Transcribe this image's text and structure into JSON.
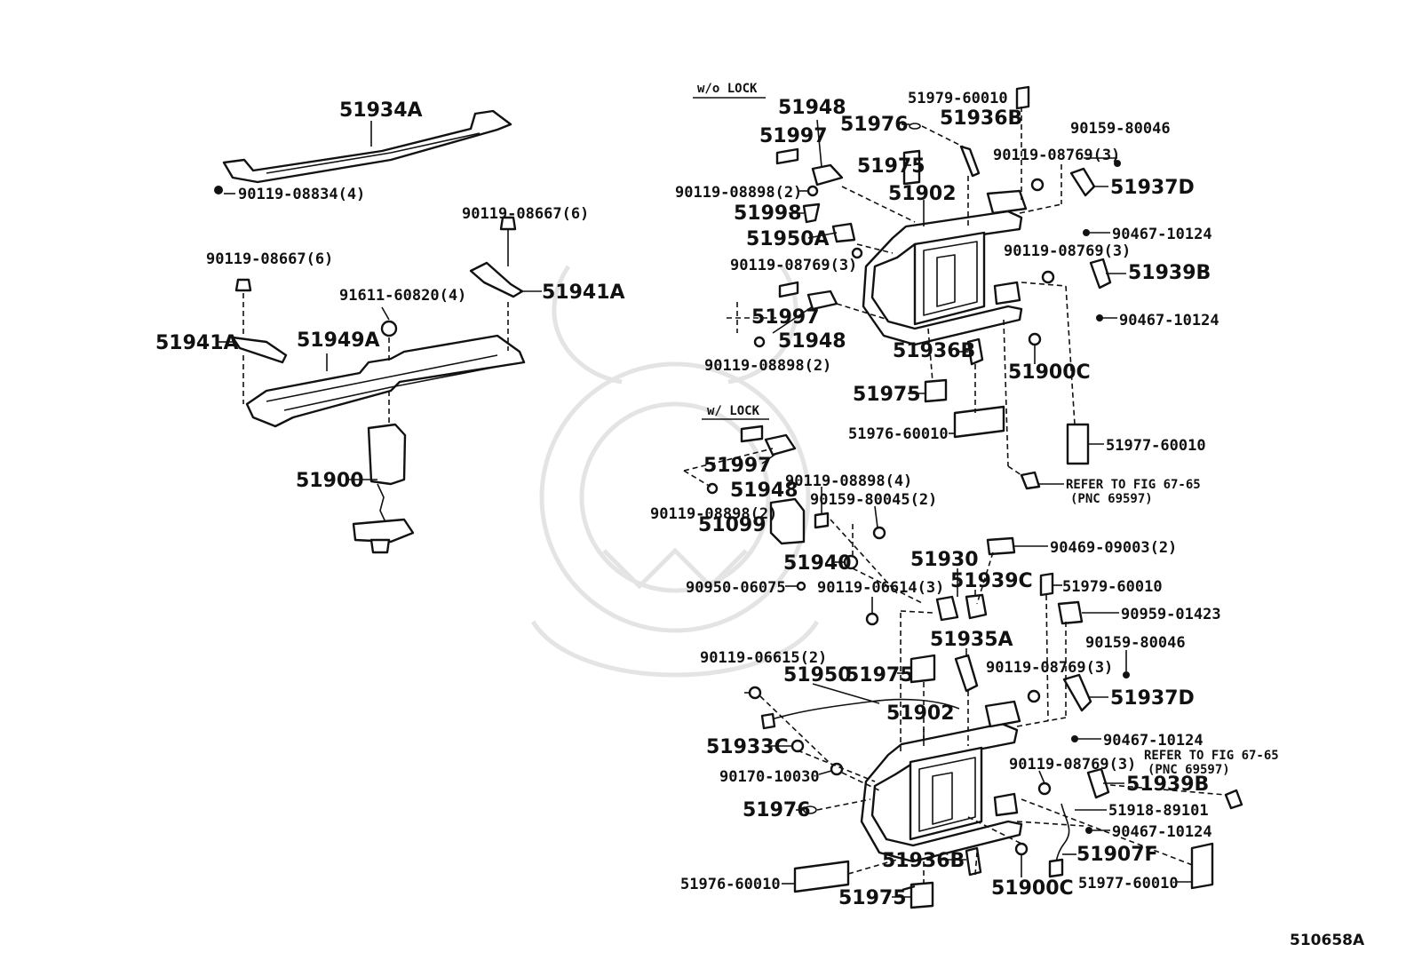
{
  "figure_code": "510658A",
  "notes": {
    "wo_lock": "w/o LOCK",
    "w_lock": "w/ LOCK",
    "refer_upper_1": "REFER TO FIG 67-65",
    "refer_upper_2": "(PNC 69597)",
    "refer_lower_1": "REFER TO FIG 67-65",
    "refer_lower_2": "(PNC 69597)"
  },
  "labels": {
    "p51934A": "51934A",
    "p90119_08834": "90119-08834(4)",
    "p90119_08667_r": "90119-08667(6)",
    "p90119_08667_l": "90119-08667(6)",
    "p91611_60820": "91611-60820(4)",
    "p51941A_r": "51941A",
    "p51941A_l": "51941A",
    "p51949A": "51949A",
    "p51900": "51900",
    "u51948_top": "51948",
    "u51997_top": "51997",
    "u90119_08898_2a": "90119-08898(2)",
    "u51998": "51998",
    "u51950A": "51950A",
    "u90119_08769_3a": "90119-08769(3)",
    "u51997_mid": "51997",
    "u51948_mid": "51948",
    "u90119_08898_2b": "90119-08898(2)",
    "u51976": "51976",
    "u51979_60010": "51979-60010",
    "u51936B_top": "51936B",
    "u51975_top": "51975",
    "u51902": "51902",
    "u90119_08769_3b": "90119-08769(3)",
    "u90159_80046": "90159-80046",
    "u51937D": "51937D",
    "u90467_10124_a": "90467-10124",
    "u90119_08769_3c": "90119-08769(3)",
    "u51939B": "51939B",
    "u90467_10124_b": "90467-10124",
    "u51936B_bot": "51936B",
    "u51900C": "51900C",
    "u51975_bot": "51975",
    "u51976_60010": "51976-60010",
    "u51977_60010": "51977-60010",
    "w51997": "51997",
    "w51948": "51948",
    "w90119_08898_4": "90119-08898(4)",
    "w90159_80045_2": "90159-80045(2)",
    "w90119_08898_2": "90119-08898(2)",
    "w51099": "51099",
    "w51940": "51940",
    "w90950_06075": "90950-06075",
    "w90119_06614_3": "90119-06614(3)",
    "l90469_09003": "90469-09003(2)",
    "l51930": "51930",
    "l51939C": "51939C",
    "l51979_60010": "51979-60010",
    "l90959_01423": "90959-01423",
    "l90159_80046": "90159-80046",
    "l51935A": "51935A",
    "l90119_06615_2": "90119-06615(2)",
    "l51950": "51950",
    "l51975_top": "51975",
    "l90119_08769_3a": "90119-08769(3)",
    "l51937D": "51937D",
    "l51902": "51902",
    "l90467_10124_a": "90467-10124",
    "l51933C": "51933C",
    "l90119_08769_3b": "90119-08769(3)",
    "l90170_10030": "90170-10030",
    "l51939B": "51939B",
    "l51918_89101": "51918-89101",
    "l51976": "51976",
    "l90467_10124_b": "90467-10124",
    "l51907F": "51907F",
    "l51936B": "51936B",
    "l51976_60010": "51976-60010",
    "l51900C": "51900C",
    "l51977_60010": "51977-60010",
    "l51975_bot": "51975"
  }
}
